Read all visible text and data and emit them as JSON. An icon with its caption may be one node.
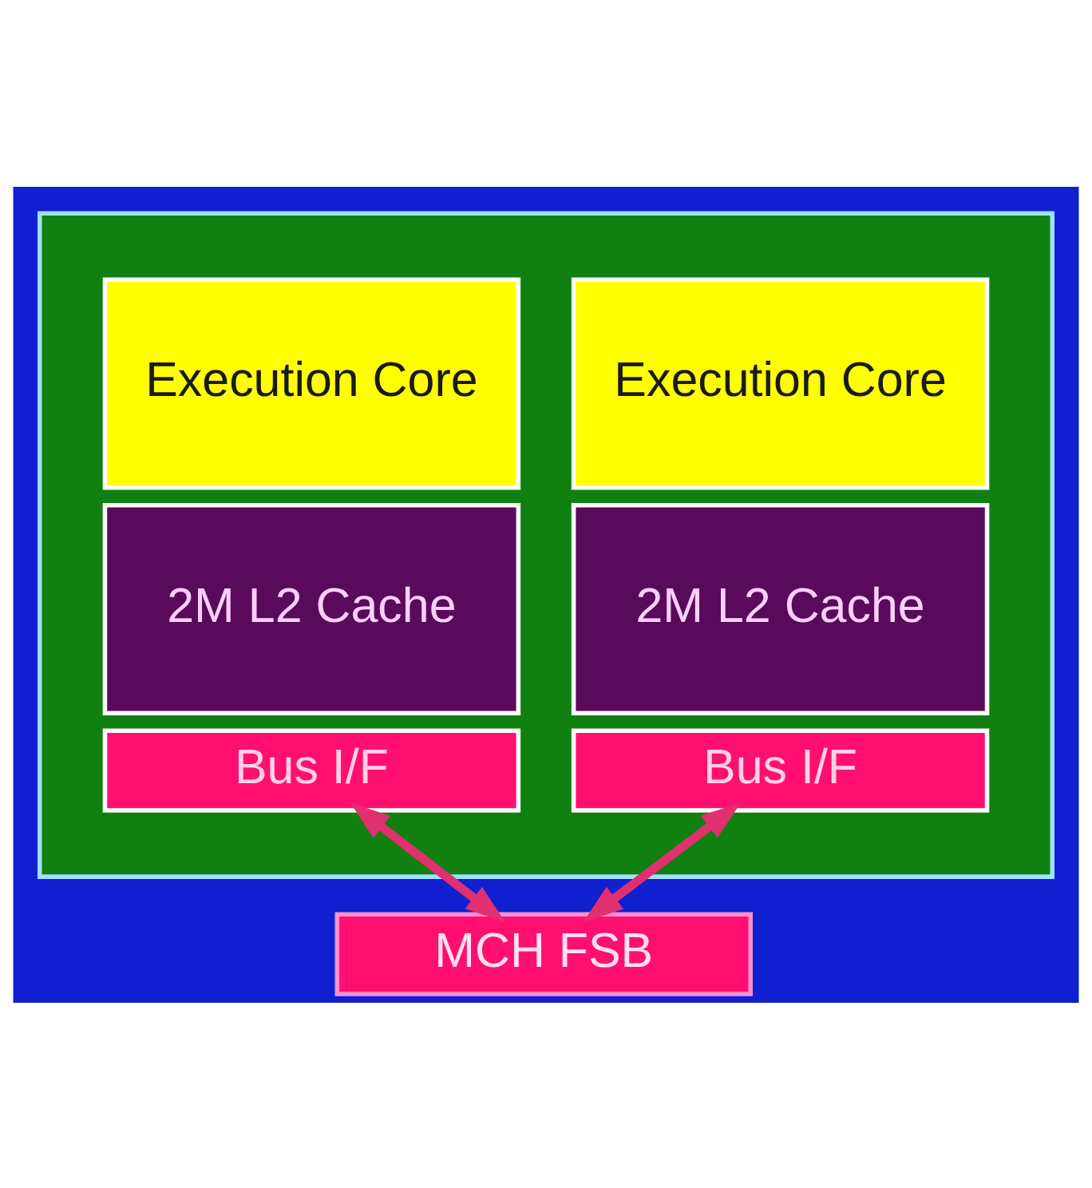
{
  "diagram": {
    "nodes": [
      {
        "text": [],
        "shape": "box"
      },
      {
        "text": [
          "Execution Core"
        ],
        "in": 0
      },
      {
        "text": [
          "2M L2 Cache"
        ],
        "in": 0
      },
      {
        "text": [
          "Bus I/F"
        ],
        "in": 0
      },
      {
        "text": [
          "Execution Core"
        ],
        "in": 0
      },
      {
        "text": [
          "2M L2 Cache"
        ],
        "in": 0
      },
      {
        "text": [
          "Bus I/F"
        ],
        "in": 0
      },
      {
        "text": [
          "MCH FSB"
        ]
      }
    ],
    "edges": [
      {
        "from": 3,
        "to": 7,
        "arrow": "both"
      },
      {
        "from": 6,
        "to": 7,
        "arrow": "both"
      }
    ]
  }
}
